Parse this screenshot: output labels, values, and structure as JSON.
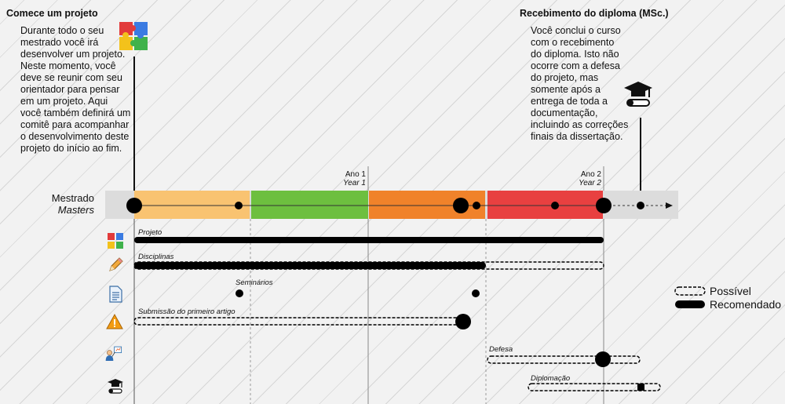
{
  "start": {
    "title": "Comece um projeto",
    "lines": [
      "Durante todo o seu",
      "mestrado você irá",
      "desenvolver um projeto.",
      "Neste momento, você",
      "deve se reunir com seu",
      "orientador para pensar",
      "em um projeto. Aqui",
      "você também definirá um",
      "comitê para acompanhar",
      "o desenvolvimento deste",
      "projeto do início ao fim."
    ],
    "icon": "puzzle-icon"
  },
  "end": {
    "title": "Recebimento do diploma (MSc.)",
    "lines": [
      "Você conclui o curso",
      "com o recebimento",
      "do diploma. Isto não",
      "ocorre com a defesa",
      "do projeto, mas",
      "somente após a",
      "entrega de toda a",
      "documentação,",
      "incluindo as correções",
      "finais da dissertação."
    ],
    "icon": "graduation-cap-icon"
  },
  "year_markers": [
    {
      "line1": "Ano 1",
      "line2": "Year 1"
    },
    {
      "line1": "Ano 2",
      "line2": "Year 2"
    }
  ],
  "timeline": {
    "label": "Mestrado",
    "label_en": "Masters",
    "segment_colors": [
      "#f9c371",
      "#6dbf3f",
      "#f0822a",
      "#e84040"
    ],
    "track_color": "#dddddd"
  },
  "items": [
    {
      "label": "Projeto",
      "icon": "puzzle-icon"
    },
    {
      "label": "Disciplinas",
      "icon": "pencil-icon"
    },
    {
      "label": "Seminários",
      "icon": "document-icon"
    },
    {
      "label": "Submissão do primeiro artigo",
      "icon": "warning-icon"
    },
    {
      "label": "Defesa",
      "icon": "presenter-icon"
    },
    {
      "label": "Diplomação",
      "icon": "graduation-cap-icon"
    }
  ],
  "legend": {
    "possible": "Possível",
    "recommended": "Recomendado"
  }
}
